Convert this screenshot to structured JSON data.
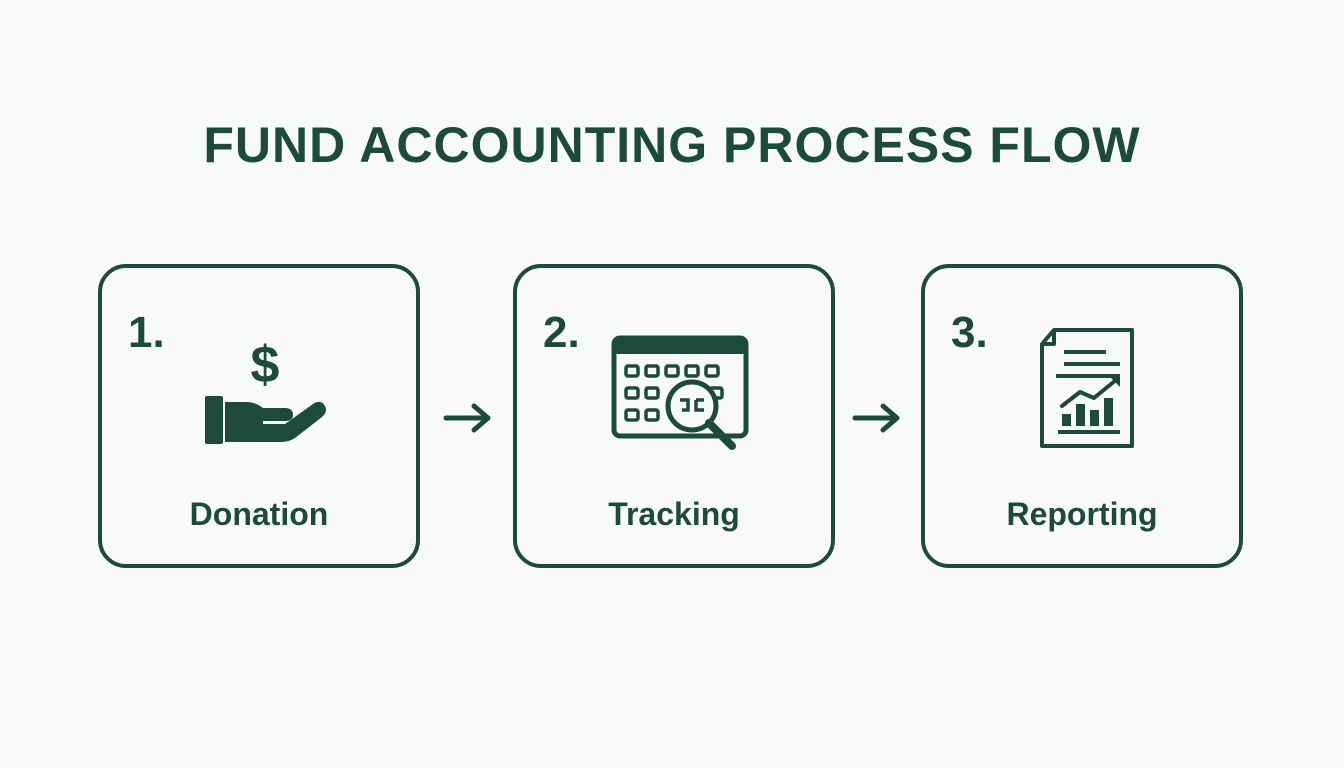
{
  "title": "FUND ACCOUNTING PROCESS FLOW",
  "colors": {
    "primary": "#1d4b3a",
    "background": "#f8faf8"
  },
  "steps": [
    {
      "number": "1.",
      "label": "Donation",
      "icon": "donation-hand-dollar-icon"
    },
    {
      "number": "2.",
      "label": "Tracking",
      "icon": "calendar-magnifier-icon"
    },
    {
      "number": "3.",
      "label": "Reporting",
      "icon": "report-chart-icon"
    }
  ],
  "connectors": [
    "arrow-right-icon",
    "arrow-right-icon"
  ]
}
